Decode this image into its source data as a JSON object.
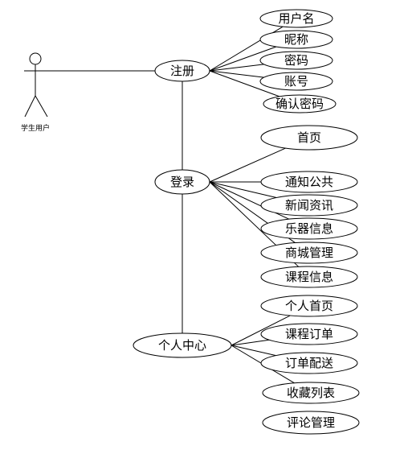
{
  "actor": {
    "label": "学生用户"
  },
  "nodes": [
    {
      "id": "register",
      "label": "注册"
    },
    {
      "id": "username",
      "label": "用户名"
    },
    {
      "id": "nickname",
      "label": "昵称"
    },
    {
      "id": "password",
      "label": "密码"
    },
    {
      "id": "account",
      "label": "账号"
    },
    {
      "id": "confirm_password",
      "label": "确认密码"
    },
    {
      "id": "login",
      "label": "登录"
    },
    {
      "id": "home",
      "label": "首页"
    },
    {
      "id": "notices",
      "label": "通知公共"
    },
    {
      "id": "news",
      "label": "新闻资讯"
    },
    {
      "id": "instruments",
      "label": "乐器信息"
    },
    {
      "id": "mall",
      "label": "商城管理"
    },
    {
      "id": "courses",
      "label": "课程信息"
    },
    {
      "id": "personal_center",
      "label": "个人中心"
    },
    {
      "id": "personal_home",
      "label": "个人首页"
    },
    {
      "id": "course_orders",
      "label": "课程订单"
    },
    {
      "id": "order_delivery",
      "label": "订单配送"
    },
    {
      "id": "favorites",
      "label": "收藏列表"
    },
    {
      "id": "reviews",
      "label": "评论管理"
    }
  ],
  "edges": [
    [
      "actor",
      "register"
    ],
    [
      "register",
      "username"
    ],
    [
      "register",
      "nickname"
    ],
    [
      "register",
      "password"
    ],
    [
      "register",
      "account"
    ],
    [
      "register",
      "confirm_password"
    ],
    [
      "register",
      "login"
    ],
    [
      "login",
      "home"
    ],
    [
      "login",
      "notices"
    ],
    [
      "login",
      "news"
    ],
    [
      "login",
      "instruments"
    ],
    [
      "login",
      "mall"
    ],
    [
      "login",
      "courses"
    ],
    [
      "login",
      "personal_center"
    ],
    [
      "personal_center",
      "personal_home"
    ],
    [
      "personal_center",
      "course_orders"
    ],
    [
      "personal_center",
      "order_delivery"
    ],
    [
      "personal_center",
      "favorites"
    ]
  ]
}
